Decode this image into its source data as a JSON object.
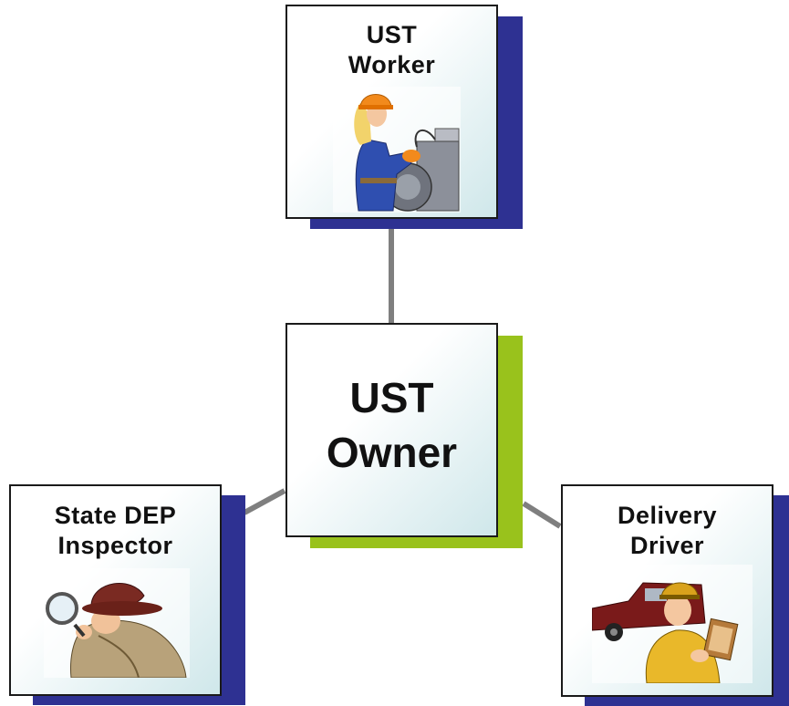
{
  "nodes": {
    "center": {
      "line1": "UST",
      "line2": "Owner",
      "shadow_color": "#99c21c"
    },
    "top": {
      "line1": "UST",
      "line2": "Worker",
      "image": "worker-with-pipe-clipart",
      "shadow_color": "#2e3192"
    },
    "left": {
      "line1": "State DEP",
      "line2": "Inspector",
      "image": "detective-with-magnifier-clipart",
      "shadow_color": "#2e3192"
    },
    "right": {
      "line1": "Delivery",
      "line2": "Driver",
      "image": "delivery-driver-with-truck-clipart",
      "shadow_color": "#2e3192"
    }
  },
  "connector_color": "#7f7f7f"
}
